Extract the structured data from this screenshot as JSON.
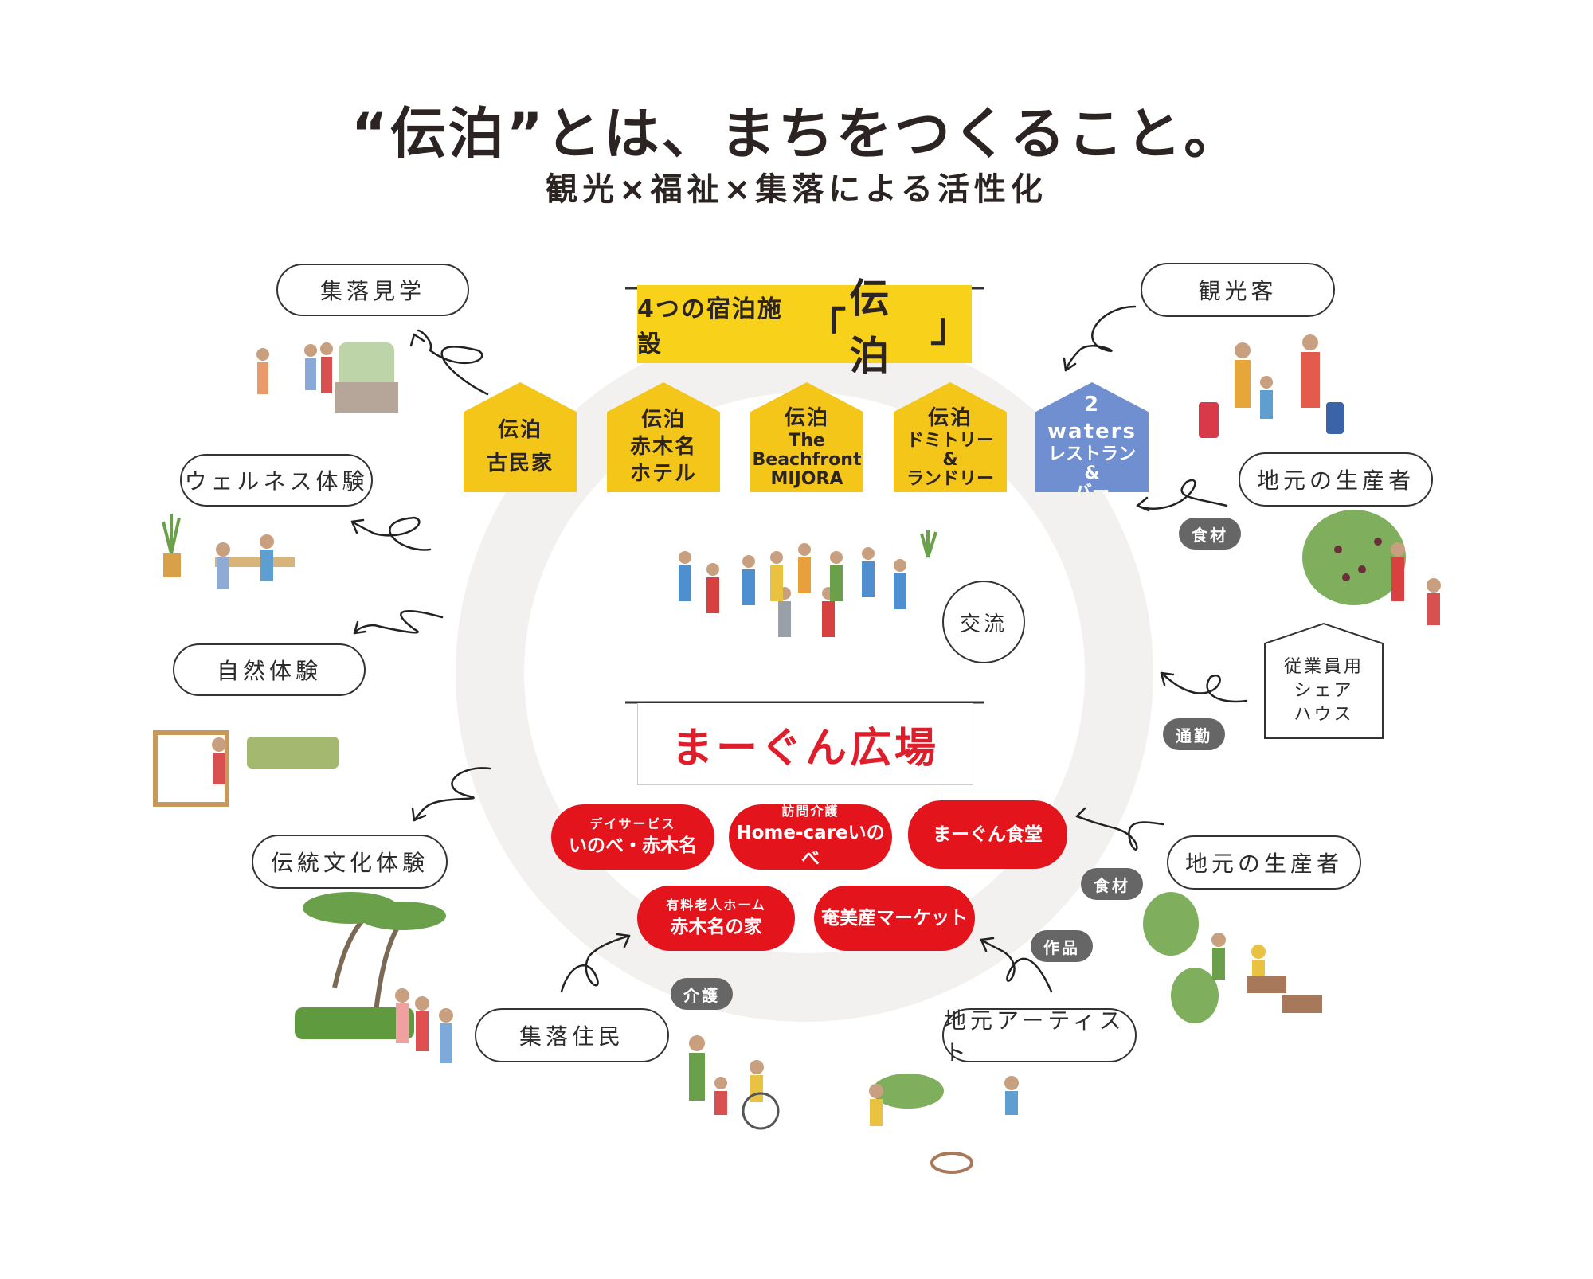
{
  "header": {
    "title": "“伝泊”とは、まちをつくること。",
    "subtitle": "観光×福祉×集落による活性化"
  },
  "top": {
    "banner_prefix": "4つの宿泊施設",
    "banner_open": "「",
    "banner_name": "伝泊",
    "banner_close": "」",
    "houses": [
      {
        "l1": "伝泊",
        "l2": "古民家"
      },
      {
        "l1": "伝泊",
        "l2": "赤木名",
        "l3": "ホテル"
      },
      {
        "l1": "伝泊",
        "l2": "The",
        "l3": "Beachfront",
        "l4": "MIJORA"
      },
      {
        "l1": "伝泊",
        "l2": "ドミトリー",
        "l3": "&",
        "l4": "ランドリー"
      }
    ],
    "blue_house": {
      "l1": "2 waters",
      "l2": "レストラン",
      "l3": "&",
      "l4": "バー"
    }
  },
  "center": {
    "exchange": "交流",
    "plaza": "まーぐん広場"
  },
  "services": [
    {
      "small": "デイサービス",
      "big": "いのべ・赤木名"
    },
    {
      "small": "訪問介護",
      "big": "Home-careいのべ"
    },
    {
      "big": "まーぐん食堂"
    },
    {
      "small": "有料老人ホーム",
      "big": "赤木名の家"
    },
    {
      "big": "奄美産マーケット"
    }
  ],
  "left_labels": [
    "集落見学",
    "ウェルネス体験",
    "自然体験",
    "伝統文化体験"
  ],
  "right_labels": [
    "観光客",
    "地元の生産者",
    "地元の生産者"
  ],
  "bottom_labels": [
    "集落住民",
    "地元アーティスト"
  ],
  "share_house": [
    "従業員用",
    "シェア",
    "ハウス"
  ],
  "tags": [
    "食材",
    "通勤",
    "食材",
    "作品",
    "介護"
  ],
  "colors": {
    "yellow": "#f5c61a",
    "blue": "#6f8fd0",
    "red": "#e3141c",
    "ring": "#f2f1ef",
    "tag": "#666666"
  }
}
